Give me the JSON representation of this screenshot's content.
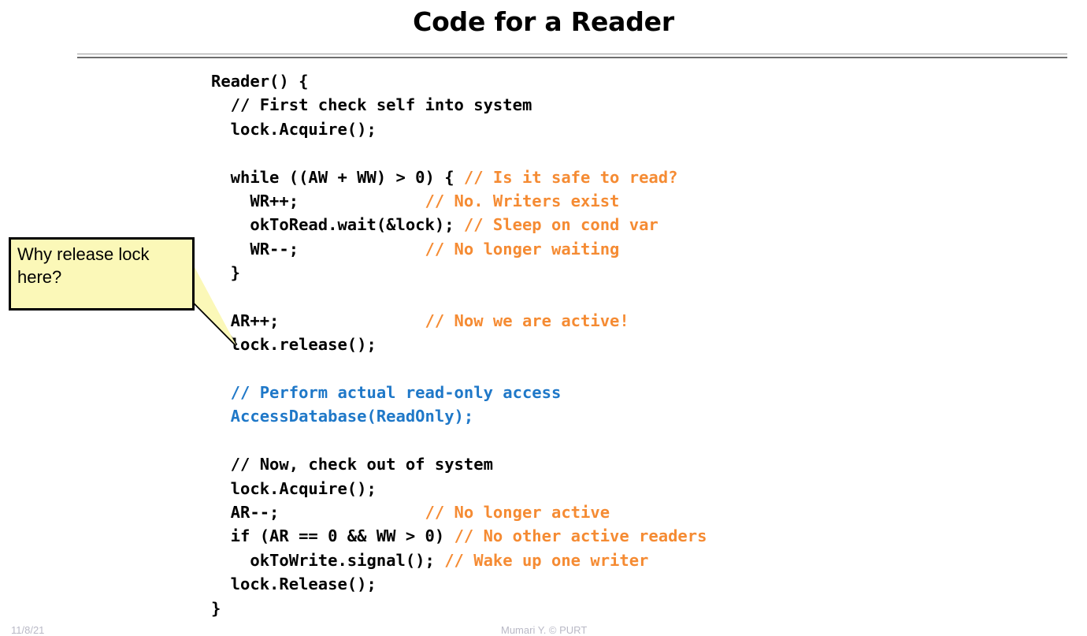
{
  "slide": {
    "title": "Code for a Reader"
  },
  "code": {
    "lines": [
      {
        "indent": 0,
        "code": "Reader() {",
        "comment": ""
      },
      {
        "indent": 0,
        "code": "  // First check self into system",
        "comment": "",
        "style": "code"
      },
      {
        "indent": 0,
        "code": "  lock.Acquire();",
        "comment": ""
      },
      {
        "indent": 0,
        "code": "",
        "comment": "",
        "blank": true
      },
      {
        "indent": 0,
        "code": "  while ((AW + WW) > 0) {",
        "comment": "// Is it safe to read?"
      },
      {
        "indent": 0,
        "code": "    WR++;",
        "comment": "// No. Writers exist"
      },
      {
        "indent": 0,
        "code": "    okToRead.wait(&lock);",
        "comment": "// Sleep on cond var"
      },
      {
        "indent": 0,
        "code": "    WR--;",
        "comment": "// No longer waiting"
      },
      {
        "indent": 0,
        "code": "  }",
        "comment": ""
      },
      {
        "indent": 0,
        "code": "",
        "comment": "",
        "blank": true
      },
      {
        "indent": 0,
        "code": "  AR++;",
        "comment": "// Now we are active!"
      },
      {
        "indent": 0,
        "code": "  lock.release();",
        "comment": ""
      },
      {
        "indent": 0,
        "code": "",
        "comment": "",
        "blank": true
      },
      {
        "indent": 0,
        "code": "  // Perform actual read-only access",
        "comment": "",
        "style": "blue"
      },
      {
        "indent": 0,
        "code": "  AccessDatabase(ReadOnly);",
        "comment": "",
        "style": "blue"
      },
      {
        "indent": 0,
        "code": "",
        "comment": "",
        "blank": true
      },
      {
        "indent": 0,
        "code": "  // Now, check out of system",
        "comment": ""
      },
      {
        "indent": 0,
        "code": "  lock.Acquire();",
        "comment": ""
      },
      {
        "indent": 0,
        "code": "  AR--;",
        "comment": "// No longer active"
      },
      {
        "indent": 0,
        "code": "  if (AR == 0 && WW > 0)",
        "comment": "// No other active readers"
      },
      {
        "indent": 0,
        "code": "    okToWrite.signal();",
        "comment": "// Wake up one writer"
      },
      {
        "indent": 0,
        "code": "  lock.Release();",
        "comment": ""
      },
      {
        "indent": 0,
        "code": "}",
        "comment": ""
      }
    ],
    "comment_column": 22
  },
  "callout": {
    "text": "Why release lock here?"
  },
  "footer": {
    "date": "11/8/21",
    "center": "Mumari Y. © PURT"
  },
  "colors": {
    "comment_orange": "#F58B33",
    "comment_blue": "#1F78C8",
    "callout_fill": "#FBF8B8",
    "callout_border": "#000000",
    "code_black": "#000000"
  }
}
